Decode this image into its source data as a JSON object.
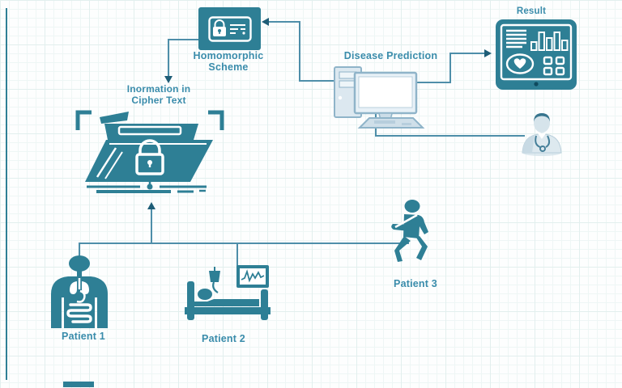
{
  "diagram": {
    "nodes": {
      "homomorphic_scheme": {
        "label_line1": "Homomorphic",
        "label_line2": "Scheme"
      },
      "cipher_text": {
        "label_line1": "Inormation in",
        "label_line2": "Cipher Text"
      },
      "disease_prediction": {
        "label": "Disease Prediction"
      },
      "result": {
        "label": "Result"
      },
      "patient1": {
        "label": "Patient 1"
      },
      "patient2": {
        "label": "Patient 2"
      },
      "patient3": {
        "label": "Patient 3"
      }
    },
    "icons": [
      "id-card-icon",
      "locked-folder-icon",
      "desktop-computer-icon",
      "result-tablet-icon",
      "doctor-icon",
      "patient-anatomy-icon",
      "hospital-bed-icon",
      "walking-patient-icon"
    ],
    "colors": {
      "teal": "#2e7f95",
      "label_text": "#3a8cab",
      "connector_line": "#4e8ea9",
      "arrowhead": "#1e5d77",
      "device_fill": "#dce8f0",
      "device_stroke": "#8fb4c9",
      "grid_line": "#e2efee"
    }
  }
}
